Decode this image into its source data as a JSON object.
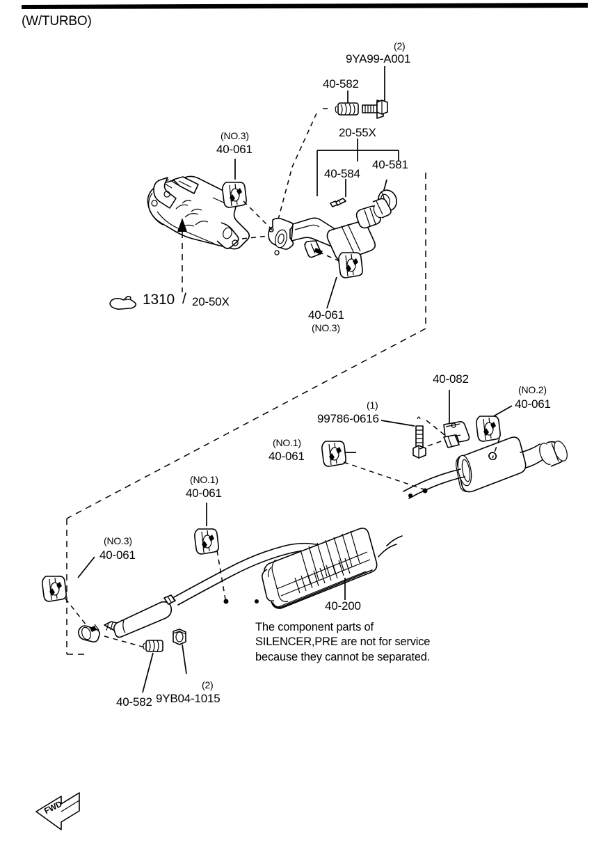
{
  "page": {
    "title": "(W/TURBO)",
    "top_rule": true
  },
  "labels": {
    "spring_upper": "40-582",
    "bolt_upper": "9YA99-A001",
    "bolt_upper_qty": "(2)",
    "bracket_group": "20-55X",
    "bracket_left": "40-584",
    "bracket_right": "40-581",
    "hanger_upper_left_no": "(NO.3)",
    "hanger_upper_left": "40-061",
    "hanger_upper_right_no": "(NO.3)",
    "hanger_upper_right": "40-061",
    "manifold_ref_num": "1310",
    "manifold_ref_sep": "/",
    "manifold_ref_code": "20-50X",
    "bolt_lower": "99786-0616",
    "bolt_lower_qty": "(1)",
    "bracket_lower": "40-082",
    "hanger_no2_no": "(NO.2)",
    "hanger_no2": "40-061",
    "hanger_no1a_no": "(NO.1)",
    "hanger_no1a": "40-061",
    "hanger_no1b_no": "(NO.1)",
    "hanger_no1b": "40-061",
    "hanger_no3_lower_no": "(NO.3)",
    "hanger_no3_lower": "40-061",
    "silencer": "40-200",
    "spring_lower": "40-582",
    "nut_lower": "9YB04-1015",
    "nut_lower_qty": "(2)",
    "note": "The component parts of\nSILENCER,PRE are not for service\nbecause they cannot be separated.",
    "fwd": "FWD"
  },
  "icons": {
    "hand_pointer": "pointing-hand-icon",
    "fwd_arrow": "fwd-direction-arrow-icon"
  },
  "colors": {
    "ink": "#000000",
    "paper": "#ffffff"
  }
}
